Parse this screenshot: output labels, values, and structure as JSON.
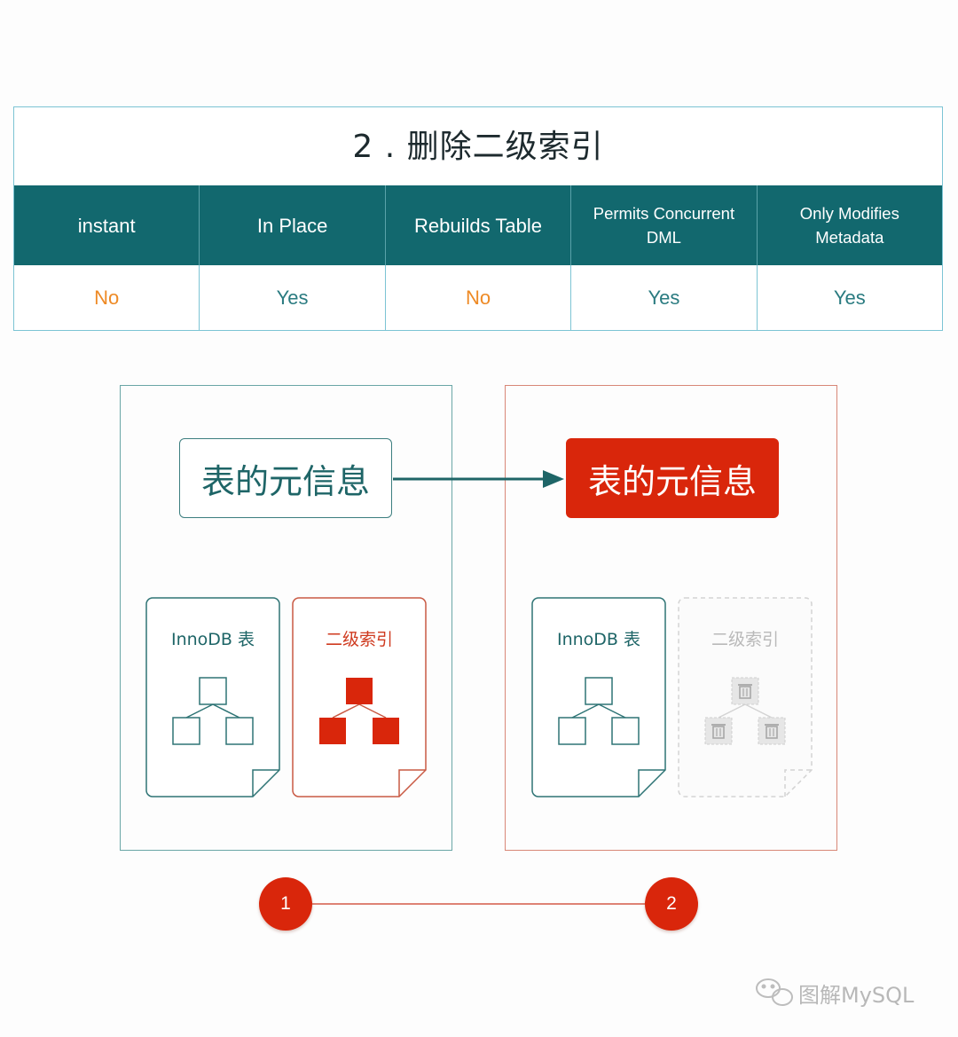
{
  "title": "2 . 删除二级索引",
  "columns": [
    "instant",
    "In Place",
    "Rebuilds Table",
    "Permits Concurrent DML",
    "Only Modifies Metadata"
  ],
  "values": [
    "No",
    "Yes",
    "No",
    "Yes",
    "Yes"
  ],
  "diagram": {
    "metadata_label_1": "表的元信息",
    "metadata_label_2": "表的元信息",
    "table_doc_label_1": "InnoDB 表",
    "index_doc_label_1": "二级索引",
    "table_doc_label_2": "InnoDB 表",
    "index_doc_label_2": "二级索引"
  },
  "steps": [
    "1",
    "2"
  ],
  "watermark": "图解MySQL",
  "colors": {
    "teal_header": "#12686e",
    "teal_line": "#3c7e7f",
    "red": "#d9260b",
    "no_orange": "#ee8a25",
    "yes_teal": "#2a7b80",
    "deleted_gray": "#c9c9c9"
  },
  "icons": [
    "arrow-right-icon",
    "tree-icon",
    "trash-icon",
    "wechat-icon"
  ]
}
